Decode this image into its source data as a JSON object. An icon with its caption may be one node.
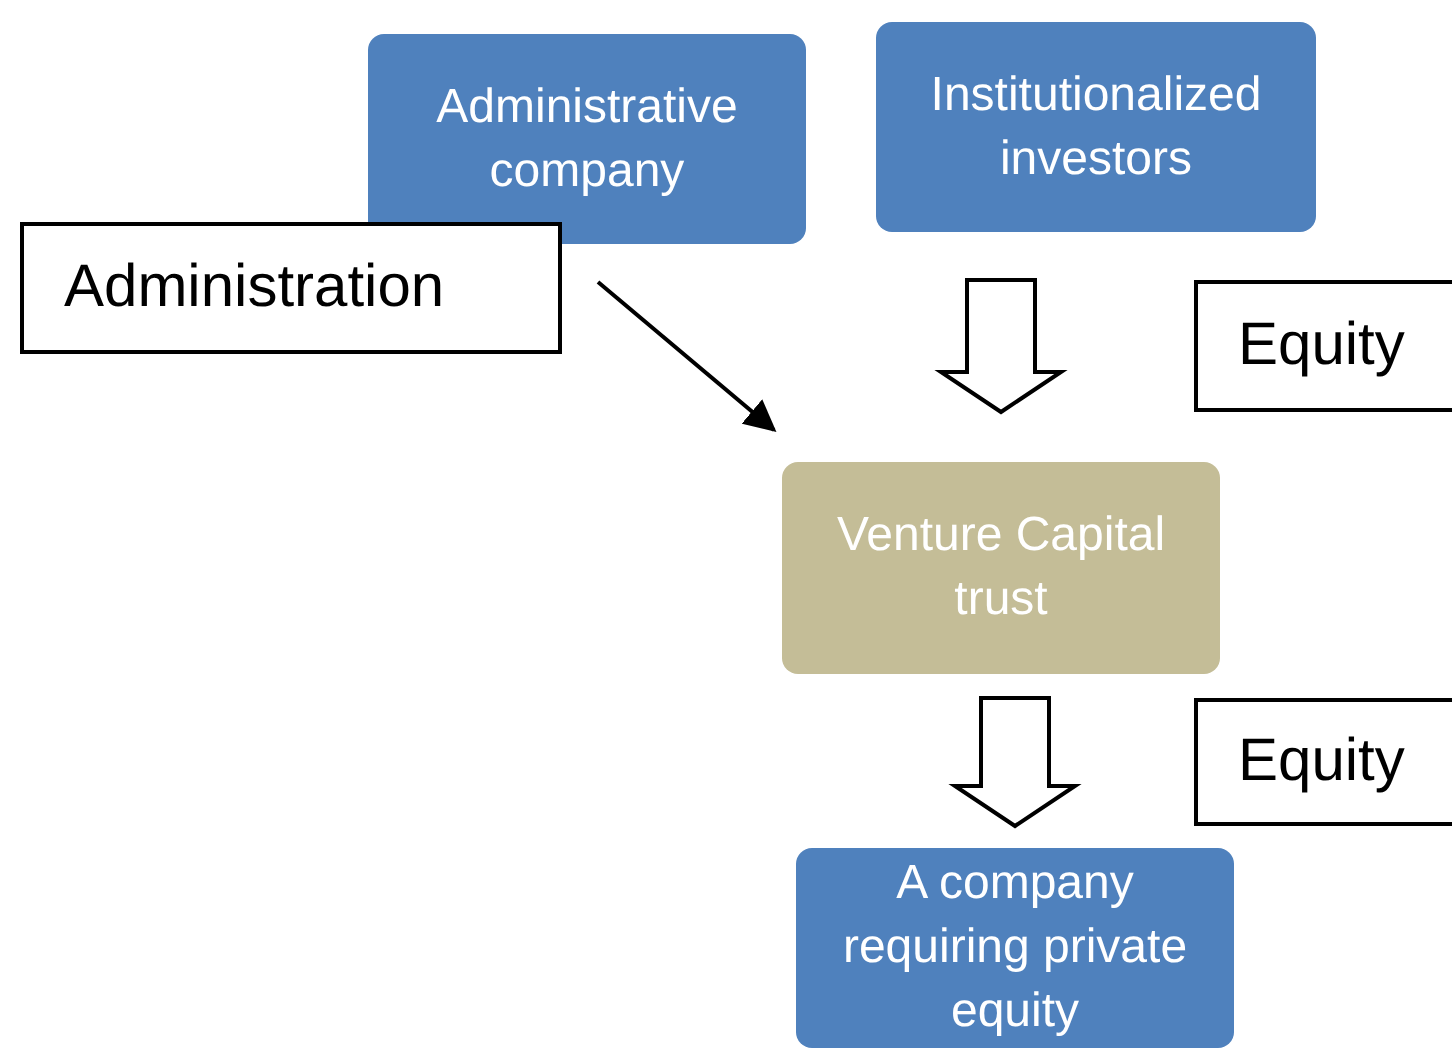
{
  "diagram": {
    "nodes": [
      {
        "text": [
          "Administrative company"
        ]
      },
      {
        "text": [
          "Institutionalized investors"
        ]
      },
      {
        "text": [
          "Administration"
        ]
      },
      {
        "text": [
          "Equity"
        ]
      },
      {
        "text": [
          "Venture Capital trust"
        ]
      },
      {
        "text": [
          "Equity"
        ]
      },
      {
        "text": [
          "A company requiring private equity"
        ]
      }
    ],
    "edges": [
      {
        "from": 2,
        "to": 4,
        "arrow": "to"
      },
      {
        "from": 1,
        "to": 4,
        "arrow": "to",
        "style": "thick"
      },
      {
        "from": 4,
        "to": 6,
        "arrow": "to",
        "style": "thick"
      }
    ]
  }
}
